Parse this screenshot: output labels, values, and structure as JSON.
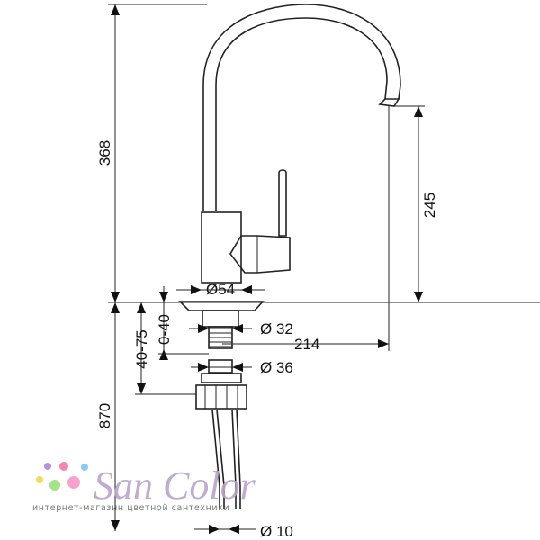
{
  "dimensions": {
    "height_total": "368",
    "spout_height": "245",
    "base_diameter": "Ø54",
    "adjust_range": "0-40",
    "thickness_range": "40-75",
    "hole_diameter": "Ø 32",
    "reach": "214",
    "nut_diameter": "Ø 36",
    "hose_length": "870",
    "hose_diameter": "Ø 10"
  },
  "watermark": {
    "brand": "SanColor",
    "tagline": "интернет-магазин цветной сантехники",
    "dot_colors": [
      "#a78bd6",
      "#f27aa8",
      "#7fc6ee",
      "#f6d44a",
      "#9be07d",
      "#f49ac8"
    ]
  }
}
